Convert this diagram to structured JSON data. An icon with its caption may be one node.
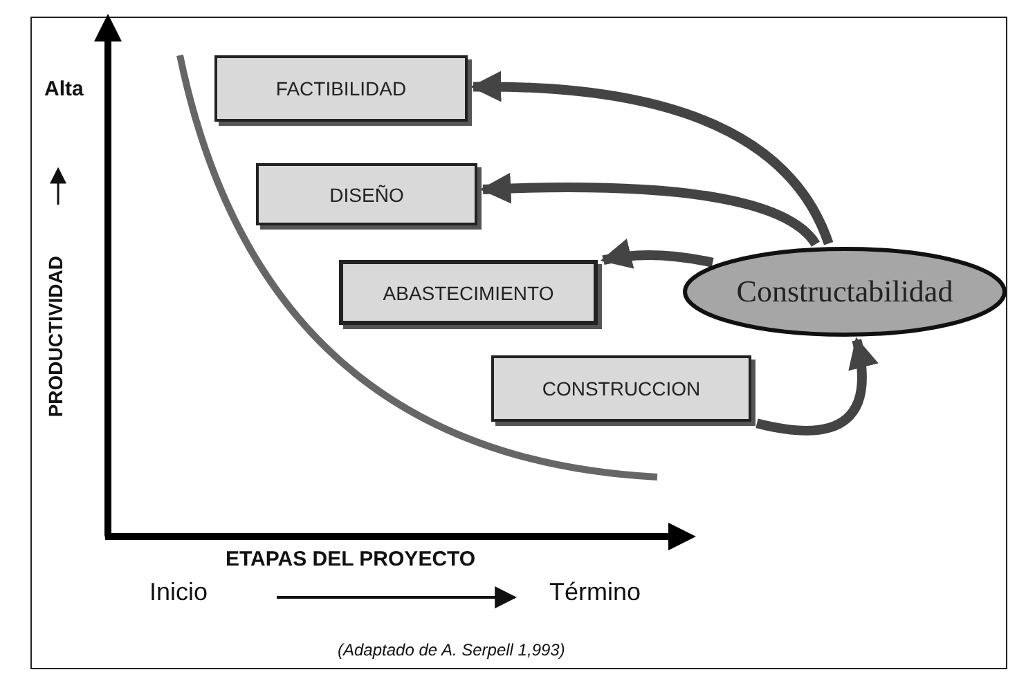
{
  "diagram": {
    "caption": "(Adaptado de A. Serpell 1,993)",
    "nodes": [
      {
        "text": [
          "FACTIBILIDAD"
        ]
      },
      {
        "text": [
          "DISEÑO"
        ]
      },
      {
        "text": [
          "ABASTECIMIENTO"
        ]
      },
      {
        "text": [
          "CONSTRUCCION"
        ]
      },
      {
        "text": [
          "Constructabilidad"
        ]
      }
    ],
    "edges": [
      {
        "from": 4,
        "to": 0,
        "arrow": "to"
      },
      {
        "from": 4,
        "to": 1,
        "arrow": "to"
      },
      {
        "from": 4,
        "to": 2,
        "arrow": "to"
      },
      {
        "from": 3,
        "to": 4,
        "arrow": "to"
      }
    ],
    "labels": [
      "Alta",
      "PRODUCTIVIDAD",
      "ETAPAS DEL PROYECTO",
      "Inicio",
      "Término"
    ]
  }
}
